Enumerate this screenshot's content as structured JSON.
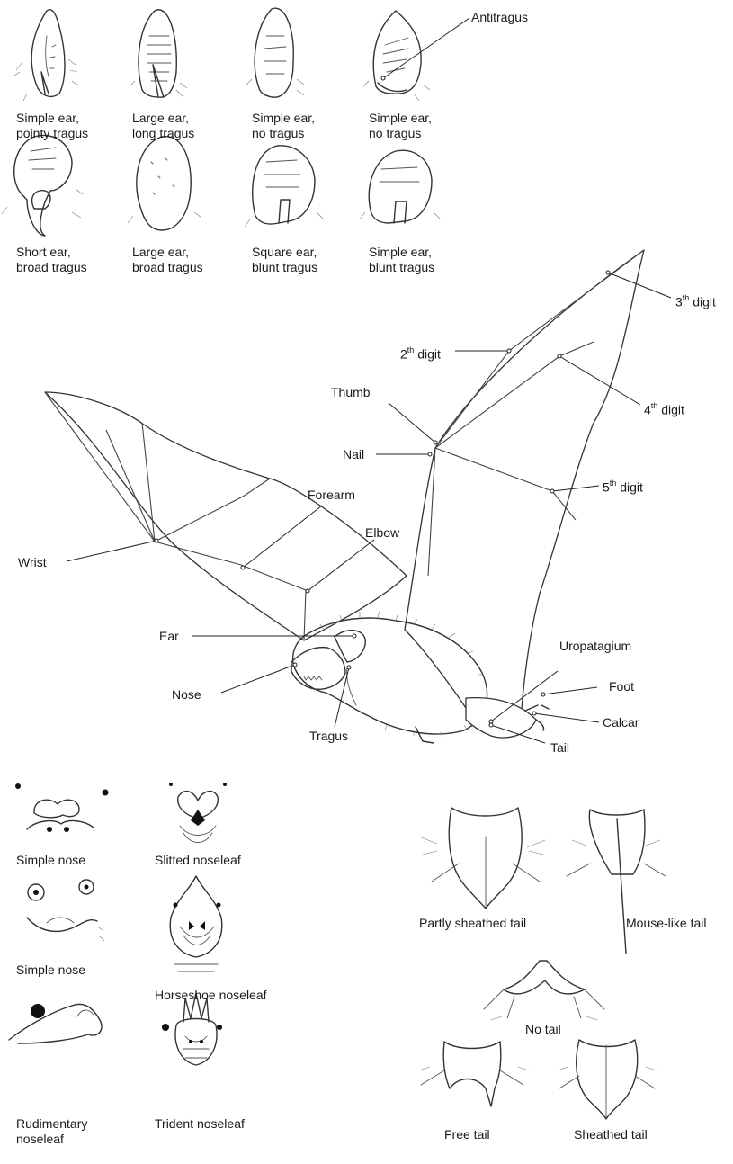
{
  "ear_types": [
    {
      "caption": "Simple ear,\npointy tragus"
    },
    {
      "caption": "Large ear,\nlong tragus"
    },
    {
      "caption": "Simple ear,\nno tragus"
    },
    {
      "caption": "Simple ear,\nno tragus"
    },
    {
      "caption": "Short ear,\nbroad tragus"
    },
    {
      "caption": "Large ear,\nbroad tragus"
    },
    {
      "caption": "Square ear,\nblunt tragus"
    },
    {
      "caption": "Simple ear,\nblunt tragus"
    }
  ],
  "anatomy_labels": {
    "antitragus": "Antitragus",
    "digit3": {
      "num": "3",
      "sup": "th",
      "rest": " digit"
    },
    "digit2": {
      "num": "2",
      "sup": "th",
      "rest": " digit"
    },
    "digit4": {
      "num": "4",
      "sup": "th",
      "rest": " digit"
    },
    "digit5": {
      "num": "5",
      "sup": "th",
      "rest": " digit"
    },
    "thumb": "Thumb",
    "nail": "Nail",
    "forearm": "Forearm",
    "elbow": "Elbow",
    "wrist": "Wrist",
    "ear": "Ear",
    "nose": "Nose",
    "tragus": "Tragus",
    "uropatagium": "Uropatagium",
    "foot": "Foot",
    "calcar": "Calcar",
    "tail": "Tail"
  },
  "nose_types": [
    {
      "caption": "Simple nose"
    },
    {
      "caption": "Slitted noseleaf"
    },
    {
      "caption": "Simple nose"
    },
    {
      "caption": "Horseshoe noseleaf"
    },
    {
      "caption": "Rudimentary\nnoseleaf"
    },
    {
      "caption": "Trident noseleaf"
    }
  ],
  "tail_types": [
    {
      "caption": "Partly sheathed tail"
    },
    {
      "caption": "Mouse-like tail"
    },
    {
      "caption": "No tail"
    },
    {
      "caption": "Free tail"
    },
    {
      "caption": "Sheathed tail"
    }
  ]
}
